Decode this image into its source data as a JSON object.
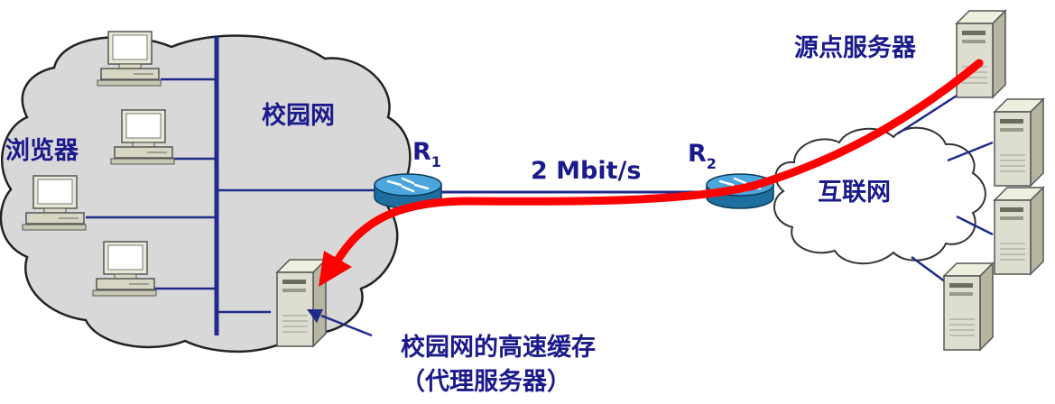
{
  "labels": {
    "browser": "浏览器",
    "campus_network": "校园网",
    "router1_main": "R",
    "router1_sub": "1",
    "router2_main": "R",
    "router2_sub": "2",
    "link_speed": "2 Mbit/s",
    "internet": "互联网",
    "origin_server": "源点服务器",
    "cache_line1": "校园网的高速缓存",
    "cache_line2": "（代理服务器）"
  },
  "colors": {
    "label_text": "#1a1a8c",
    "cloud_campus": "#d8d8d8",
    "cloud_internet": "#ffffff",
    "network_line": "#1f2a8a",
    "flow_arrow": "#ff0000",
    "router": "#2f8fc8"
  },
  "icons": {
    "workstation": "desktop-computer-icon",
    "router": "router-icon",
    "server": "tower-server-icon",
    "cloud": "cloud-icon"
  }
}
